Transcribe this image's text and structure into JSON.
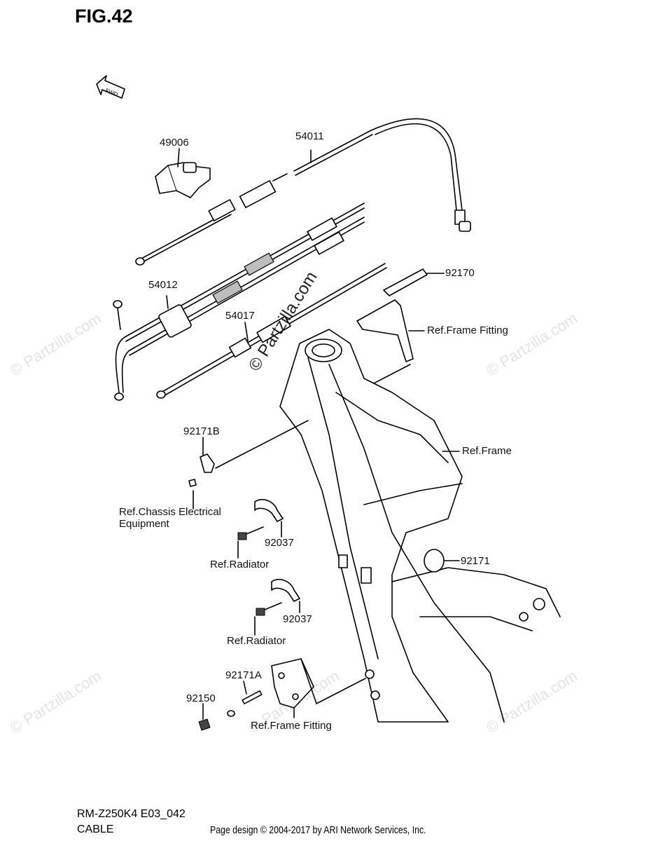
{
  "figure_title": "FIG.42",
  "fwd_badge": "FWD",
  "watermark_main": "© Partzilla.com",
  "watermark_tile": "© Partzilla.com",
  "part_labels": {
    "p49006": "49006",
    "p54011": "54011",
    "p54012": "54012",
    "p54017": "54017",
    "p92170": "92170",
    "p92171b": "92171B",
    "p92037a": "92037",
    "p92037b": "92037",
    "p92171": "92171",
    "p92171a": "92171A",
    "p92150": "92150"
  },
  "ref_labels": {
    "frame_fitting_top": "Ref.Frame Fitting",
    "frame": "Ref.Frame",
    "chassis_line1": "Ref.Chassis Electrical",
    "chassis_line2": "Equipment",
    "radiator_a": "Ref.Radiator",
    "radiator_b": "Ref.Radiator",
    "frame_fitting_bottom": "Ref.Frame Fitting"
  },
  "footer": {
    "model_code": "RM-Z250K4 E03_042",
    "section": "CABLE",
    "credit": "Page design © 2004-2017 by ARI Network Services, Inc."
  }
}
